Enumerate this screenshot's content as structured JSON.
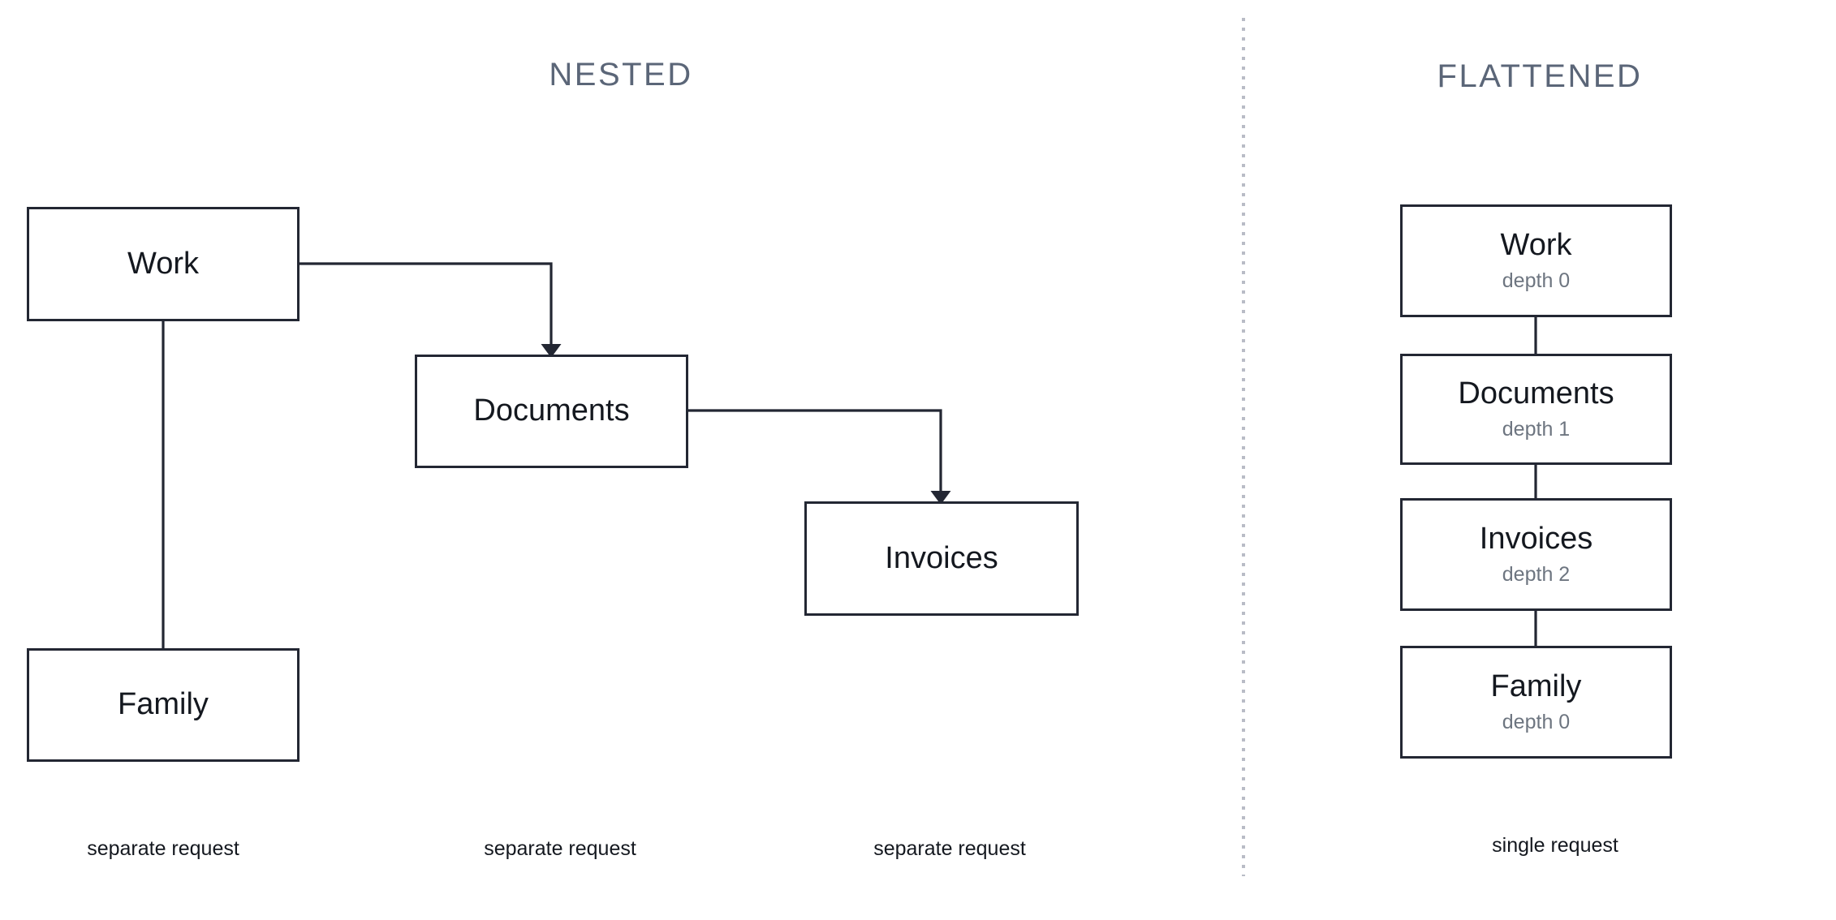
{
  "sections": {
    "nested": {
      "title": "NESTED",
      "nodes": [
        {
          "label": "Work",
          "id": "work"
        },
        {
          "label": "Documents",
          "id": "documents"
        },
        {
          "label": "Invoices",
          "id": "invoices"
        },
        {
          "label": "Family",
          "id": "family"
        }
      ],
      "captions": [
        "separate request",
        "separate request",
        "separate request"
      ]
    },
    "flattened": {
      "title": "FLATTENED",
      "nodes": [
        {
          "label": "Work",
          "sub": "depth 0",
          "id": "work"
        },
        {
          "label": "Documents",
          "sub": "depth 1",
          "id": "documents"
        },
        {
          "label": "Invoices",
          "sub": "depth 2",
          "id": "invoices"
        },
        {
          "label": "Family",
          "sub": "depth 0",
          "id": "family"
        }
      ],
      "captions": [
        "single request"
      ]
    }
  },
  "colors": {
    "background": "#ffffff",
    "box_border": "#232733",
    "box_fill": "#ffffff",
    "node_label": "#14181f",
    "node_sub": "#6d7580",
    "section_title": "#5b6678",
    "connector": "#232733",
    "divider_dot": "#b9bcc6",
    "caption": "#14181f"
  }
}
